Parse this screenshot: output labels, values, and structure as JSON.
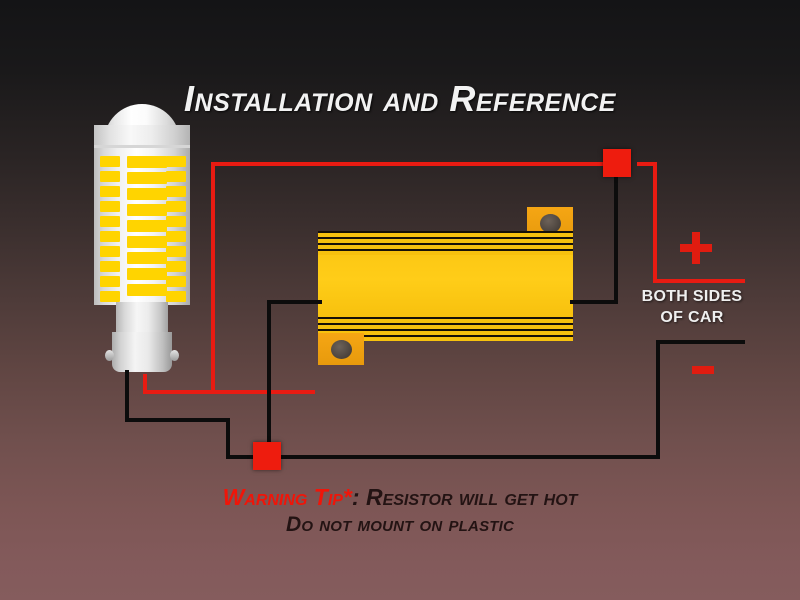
{
  "page": {
    "title": "Installation and Reference",
    "background_top_color": "#141416",
    "background_bottom_color": "#855c5d"
  },
  "diagram": {
    "bulb": {
      "name": "LED bulb",
      "body_color": "#ffffff",
      "led_chip_color": "#ffd400"
    },
    "resistor": {
      "name": "Load resistor",
      "body_color": "#fcc814",
      "tab_color": "#f5a614"
    },
    "connectors": [
      {
        "label": "top connector",
        "color": "#ee1c0e"
      },
      {
        "label": "bottom connector",
        "color": "#ee1c0e"
      }
    ],
    "wires": [
      {
        "name": "positive wire",
        "color": "#e81b12"
      },
      {
        "name": "negative wire",
        "color": "#0c0c0c"
      }
    ]
  },
  "labels": {
    "polarity_positive": "+",
    "polarity_negative": "–",
    "both_sides_line1": "BOTH SIDES",
    "both_sides_line2": "OF CAR",
    "polarity_color": "#e01c10"
  },
  "warning": {
    "highlight": "Warning Tip*",
    "separator": ": ",
    "line1": "Resistor will get hot",
    "line2": "Do not mount on plastic",
    "highlight_color": "#f01509",
    "body_color": "#231313"
  }
}
